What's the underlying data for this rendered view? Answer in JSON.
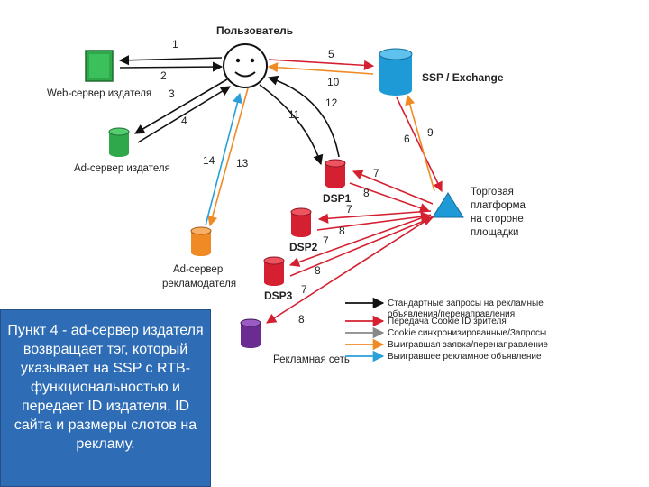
{
  "nodes": {
    "user": "Пользователь",
    "web_server": "Web-сервер издателя",
    "ad_server_publisher": "Ad-сервер издателя",
    "ssp": "SSP / Exchange",
    "platform": [
      "Торговая",
      "платформа",
      "на стороне",
      "площадки"
    ],
    "dsp1": "DSP1",
    "dsp2": "DSP2",
    "dsp3": "DSP3",
    "ad_network": "Рекламная сеть",
    "ad_server_advertiser": [
      "Ad-сервер",
      "рекламодателя"
    ]
  },
  "edges": [
    {
      "from": "user",
      "to": "web_server",
      "label": "1",
      "color": "#111111"
    },
    {
      "from": "web_server",
      "to": "user",
      "label": "2",
      "color": "#111111"
    },
    {
      "from": "user",
      "to": "ad_server_publisher",
      "label": "3",
      "color": "#111111"
    },
    {
      "from": "ad_server_publisher",
      "to": "user",
      "label": "4",
      "color": "#111111"
    },
    {
      "from": "user",
      "to": "ssp",
      "label": "5",
      "color": "#d42030"
    },
    {
      "from": "ssp",
      "to": "platform",
      "label": "6",
      "color": "#d42030"
    },
    {
      "from": "platform",
      "to": "ssp",
      "label": "9",
      "color": "#f08a24"
    },
    {
      "from": "platform",
      "to": "dsp",
      "label": "7",
      "color": "#d42030"
    },
    {
      "from": "dsp",
      "to": "platform",
      "label": "8",
      "color": "#d42030"
    },
    {
      "from": "ssp",
      "to": "user",
      "label": "10",
      "color": "#f08a24"
    },
    {
      "from": "user",
      "to": "dsp1",
      "label": "11",
      "color": "#111111"
    },
    {
      "from": "dsp1",
      "to": "user",
      "label": "12",
      "color": "#111111"
    },
    {
      "from": "user",
      "to": "ad_server_advertiser",
      "label": "13",
      "color": "#f08a24"
    },
    {
      "from": "ad_server_advertiser",
      "to": "user",
      "label": "14",
      "color": "#2a9fd8"
    }
  ],
  "legend": [
    {
      "color": "#111111",
      "lines": [
        "Стандартные запросы на рекламные",
        "объявления/перенаправления"
      ]
    },
    {
      "color": "#d42030",
      "lines": [
        "Передача Cookie ID зрителя"
      ]
    },
    {
      "color": "#888888",
      "lines": [
        "Cookie синхронизированные/Запросы"
      ]
    },
    {
      "color": "#f08a24",
      "lines": [
        "Выигравшая заявка/перенаправление"
      ]
    },
    {
      "color": "#2a9fd8",
      "lines": [
        "Выигравшее рекламное объявление"
      ]
    }
  ],
  "note": {
    "text": "Пункт 4 - ad-сервер издателя возвращает тэг, который указывает на SSP с RTB-функциональностью и передает ID издателя, ID сайта и размеры слотов на рекламу."
  }
}
